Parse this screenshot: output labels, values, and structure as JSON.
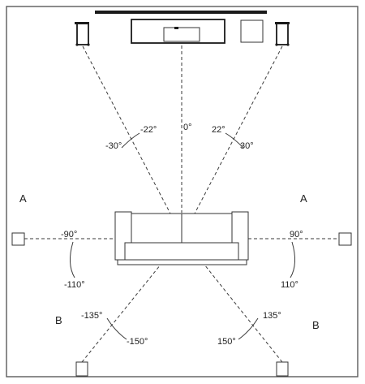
{
  "labels": {
    "center": "0°",
    "front_left_inner": "-22°",
    "front_left_outer": "-30°",
    "front_right_inner": "22°",
    "front_right_outer": "30°",
    "side_left": "-90°",
    "side_left_rear": "-110°",
    "side_right": "90°",
    "side_right_rear": "110°",
    "rear_left_inner": "-135°",
    "rear_left_outer": "-150°",
    "rear_right_inner": "135°",
    "rear_right_outer": "150°"
  },
  "zones": {
    "left_side": "A",
    "right_side": "A",
    "left_rear": "B",
    "right_rear": "B"
  }
}
